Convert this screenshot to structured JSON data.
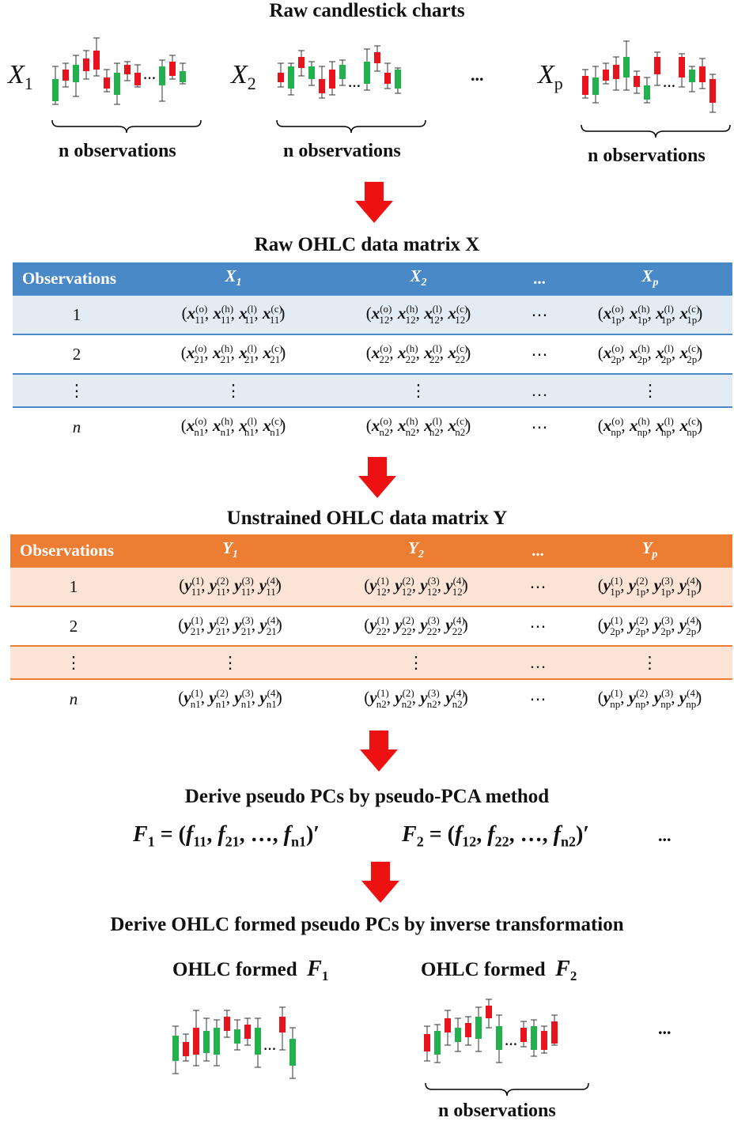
{
  "headings": {
    "raw_charts": "Raw candlestick charts",
    "raw_matrix": "Raw OHLC data matrix X",
    "unstrained_matrix": "Unstrained OHLC data matrix Y",
    "derive_pcs": "Derive pseudo PCs by pseudo-PCA method",
    "derive_ohlc": "Derive OHLC formed pseudo PCs by inverse transformation"
  },
  "raw_charts": {
    "variables": [
      {
        "symbol": "X",
        "index": "1"
      },
      {
        "symbol": "X",
        "index": "2"
      },
      {
        "symbol": "X",
        "index": "p"
      }
    ],
    "between_ellipsis": "...",
    "obs_label": "n observations"
  },
  "matrix_x": {
    "header": {
      "obs": "Observations",
      "cols": [
        "X1",
        "X2",
        "Xp"
      ],
      "dots": "..."
    },
    "col_symbol": "X",
    "col_index": [
      "1",
      "2",
      "p"
    ],
    "rows": [
      "1",
      "2",
      "⋮",
      "n"
    ],
    "dots_cell": "⋯"
  },
  "matrix_y": {
    "header": {
      "obs": "Observations",
      "dots": "..."
    },
    "col_symbol": "Y",
    "col_index": [
      "1",
      "2",
      "p"
    ],
    "rows": [
      "1",
      "2",
      "⋮",
      "n"
    ],
    "dots_cell": "⋯"
  },
  "formula": {
    "f1": "F1 = (f11, f21, ..., fn1)'",
    "f2": "F2 = (f12, f22, ..., fn2)'",
    "tail": "..."
  },
  "outputs": {
    "label_prefix": "OHLC formed",
    "items": [
      {
        "symbol": "F",
        "index": "1"
      },
      {
        "symbol": "F",
        "index": "2"
      }
    ],
    "tail": "...",
    "obs_label": "n observations"
  },
  "colors": {
    "arrow": "#ee1111",
    "up": "#22b14c",
    "down": "#e8131c",
    "blue_header": "#4a89c8",
    "orange_header": "#ec7d32"
  }
}
